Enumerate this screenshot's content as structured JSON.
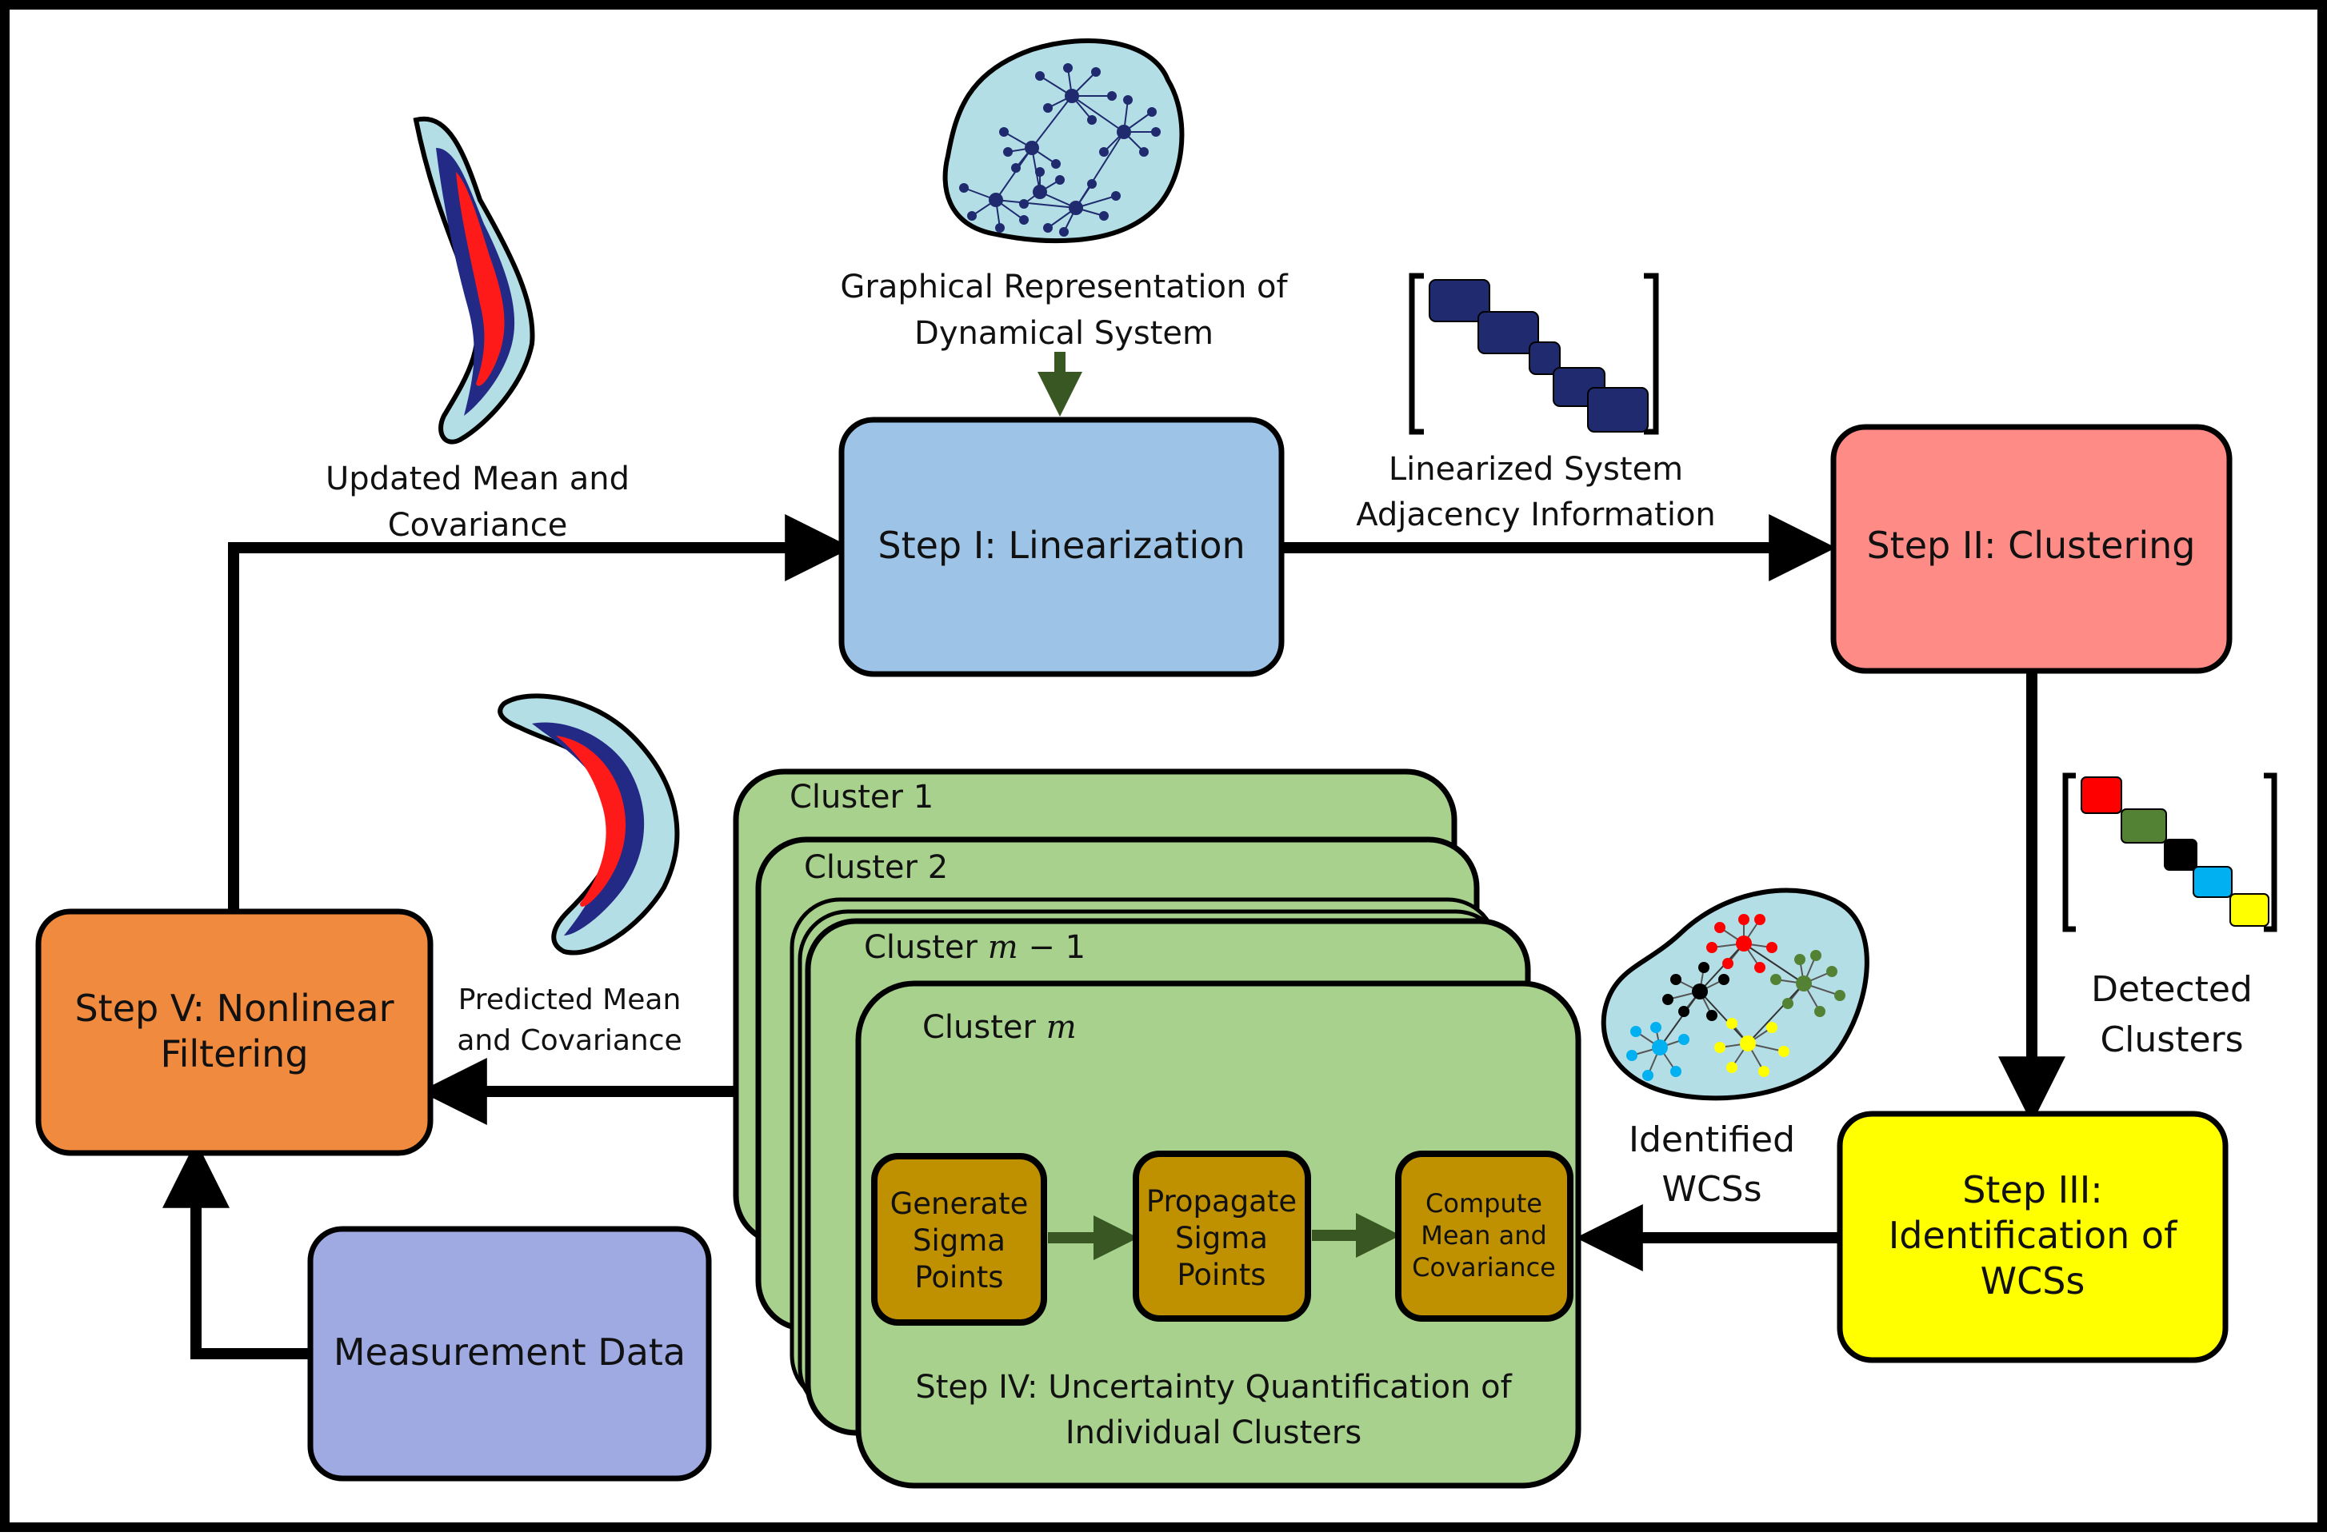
{
  "nodes": {
    "step1": "Step I: Linearization",
    "step2": "Step II: Clustering",
    "step3": [
      "Step III:",
      "Identification of",
      "WCSs"
    ],
    "step5": [
      "Step V: Nonlinear",
      "Filtering"
    ],
    "measurement": "Measurement Data"
  },
  "labels": {
    "graph_rep": [
      "Graphical Representation of",
      "Dynamical System"
    ],
    "linearized": [
      "Linearized System",
      "Adjacency Information"
    ],
    "updated": [
      "Updated Mean and",
      "Covariance"
    ],
    "predicted": [
      "Predicted Mean",
      "and Covariance"
    ],
    "detected": [
      "Detected",
      "Clusters"
    ],
    "identified": [
      "Identified",
      "WCSs"
    ]
  },
  "clusters": {
    "c1": "Cluster 1",
    "c2": "Cluster 2",
    "cm1_prefix": "Cluster",
    "cm1_var": "m",
    "cm1_suffix": "− 1",
    "cm_prefix": "Cluster",
    "cm_var": "m",
    "step4": [
      "Step IV: Uncertainty Quantification of",
      "Individual Clusters"
    ]
  },
  "ukf_blocks": {
    "generate": [
      "Generate",
      "Sigma",
      "Points"
    ],
    "propagate": [
      "Propagate",
      "Sigma",
      "Points"
    ],
    "compute": [
      "Compute",
      "Mean and",
      "Covariance"
    ]
  },
  "colors": {
    "step1": "#9dc3e6",
    "step2": "#ff8b87",
    "step3": "#ffff00",
    "step5": "#f08a3e",
    "measurement": "#9eaae1",
    "cluster": "#a9d18e",
    "ukf_block": "#bf9000",
    "inner_arrow": "#385723",
    "blob_fill": "#b4dee5",
    "graph_nodes": "#1f2b6e",
    "density_outer": "#b4dee5",
    "density_mid": "#232a86",
    "density_core": "#ff1a1a",
    "matrix_blocks": "#1f2b6e",
    "cluster_colors": [
      "#ff0000",
      "#548235",
      "#000000",
      "#00b0f0",
      "#ffff00"
    ]
  }
}
